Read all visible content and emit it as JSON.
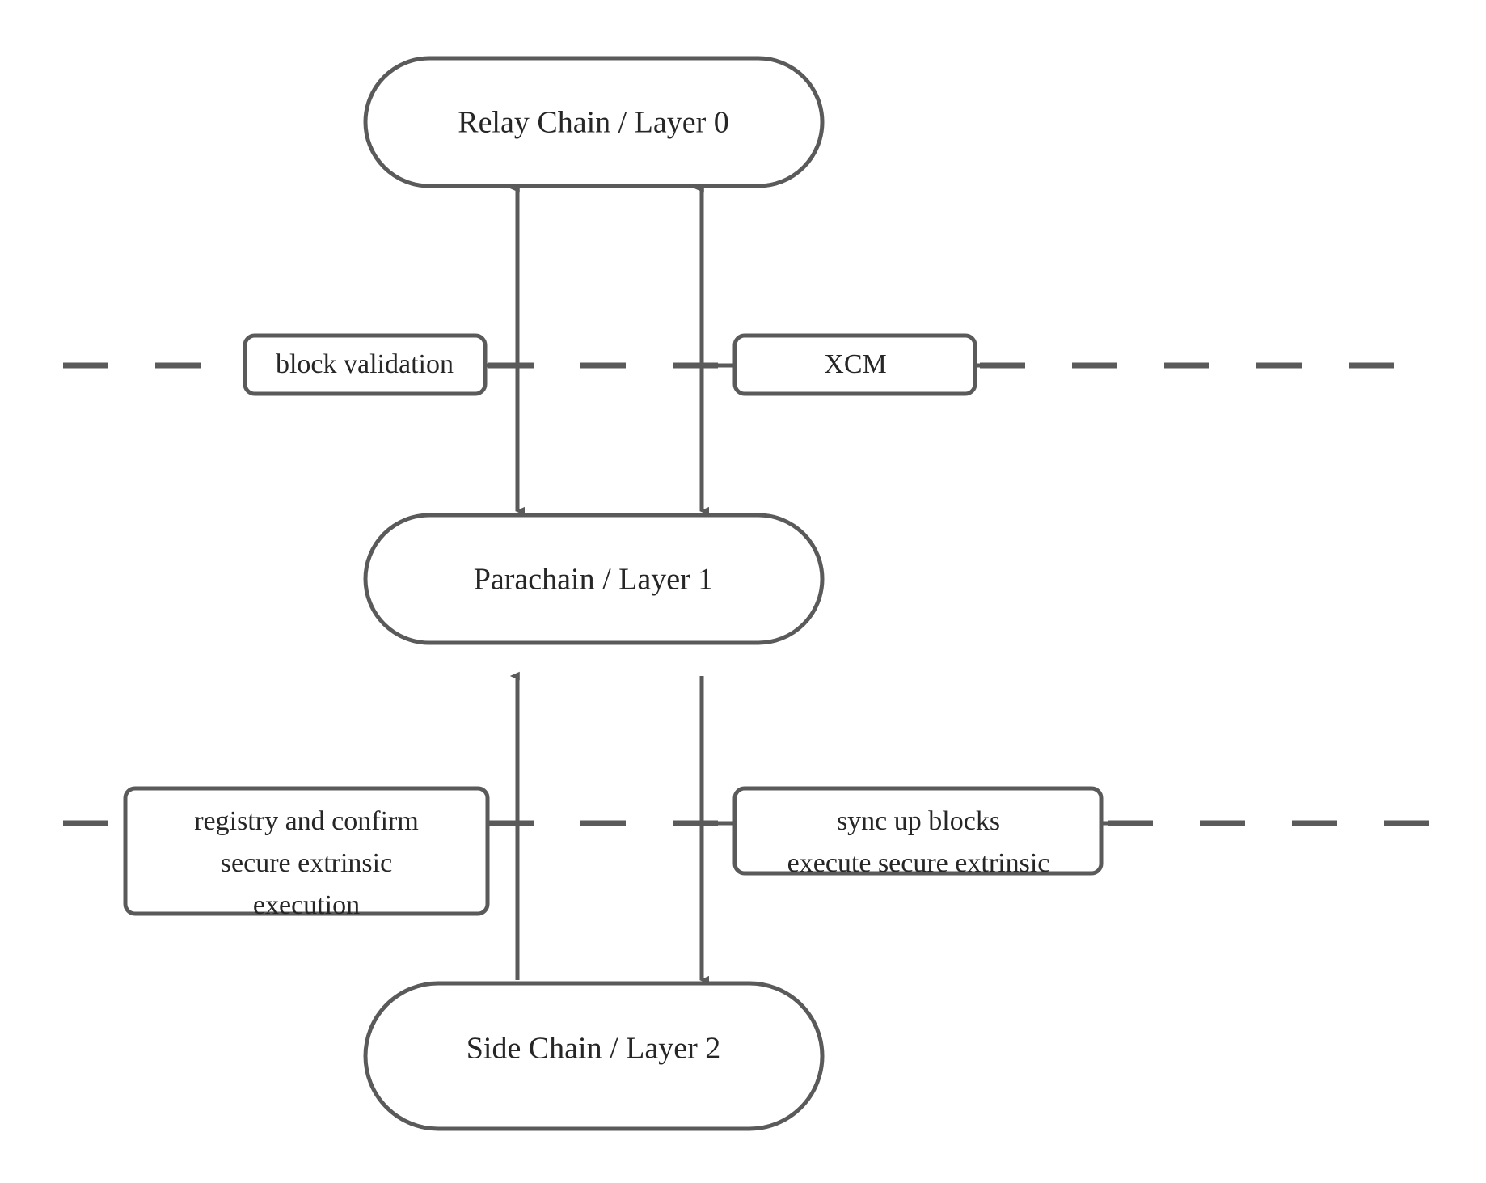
{
  "diagram": {
    "title": "Blockchain layer architecture",
    "background_color": "#ffffff",
    "stroke_color": "#5a5a5a",
    "text_color": "#262626",
    "nodes": [
      {
        "id": "relay-chain",
        "label": "Relay Chain / Layer 0",
        "shape": "stadium"
      },
      {
        "id": "parachain",
        "label": "Parachain / Layer 1",
        "shape": "stadium"
      },
      {
        "id": "side-chain",
        "label": "Side Chain / Layer 2",
        "shape": "stadium"
      }
    ],
    "edge_labels": [
      {
        "id": "block-validation",
        "text": "block validation",
        "lines": [
          "block validation"
        ]
      },
      {
        "id": "xcm",
        "text": "XCM",
        "lines": [
          "XCM"
        ]
      },
      {
        "id": "registry-and-confirm",
        "text": "registry and confirm secure extrinsic execution",
        "lines": [
          "registry and confirm",
          "secure extrinsic",
          "execution"
        ]
      },
      {
        "id": "sync-up-blocks",
        "text": "sync up blocks execute secure extrinsic",
        "lines": [
          "sync up blocks",
          "execute secure extrinsic"
        ]
      }
    ],
    "edges": [
      {
        "id": "relay-parachain-left",
        "from": "parachain",
        "to": "relay-chain",
        "direction": "bidirectional",
        "label": "block validation"
      },
      {
        "id": "relay-parachain-right",
        "from": "parachain",
        "to": "relay-chain",
        "direction": "bidirectional",
        "label": "XCM"
      },
      {
        "id": "sidechain-parachain-left",
        "from": "side-chain",
        "to": "parachain",
        "direction": "up",
        "label": "registry and confirm secure extrinsic execution"
      },
      {
        "id": "parachain-sidechain-right",
        "from": "parachain",
        "to": "side-chain",
        "direction": "down",
        "label": "sync up blocks execute secure extrinsic"
      }
    ],
    "dividers": [
      {
        "id": "divider-layer0-layer1",
        "style": "dashed"
      },
      {
        "id": "divider-layer1-layer2",
        "style": "dashed"
      }
    ]
  }
}
